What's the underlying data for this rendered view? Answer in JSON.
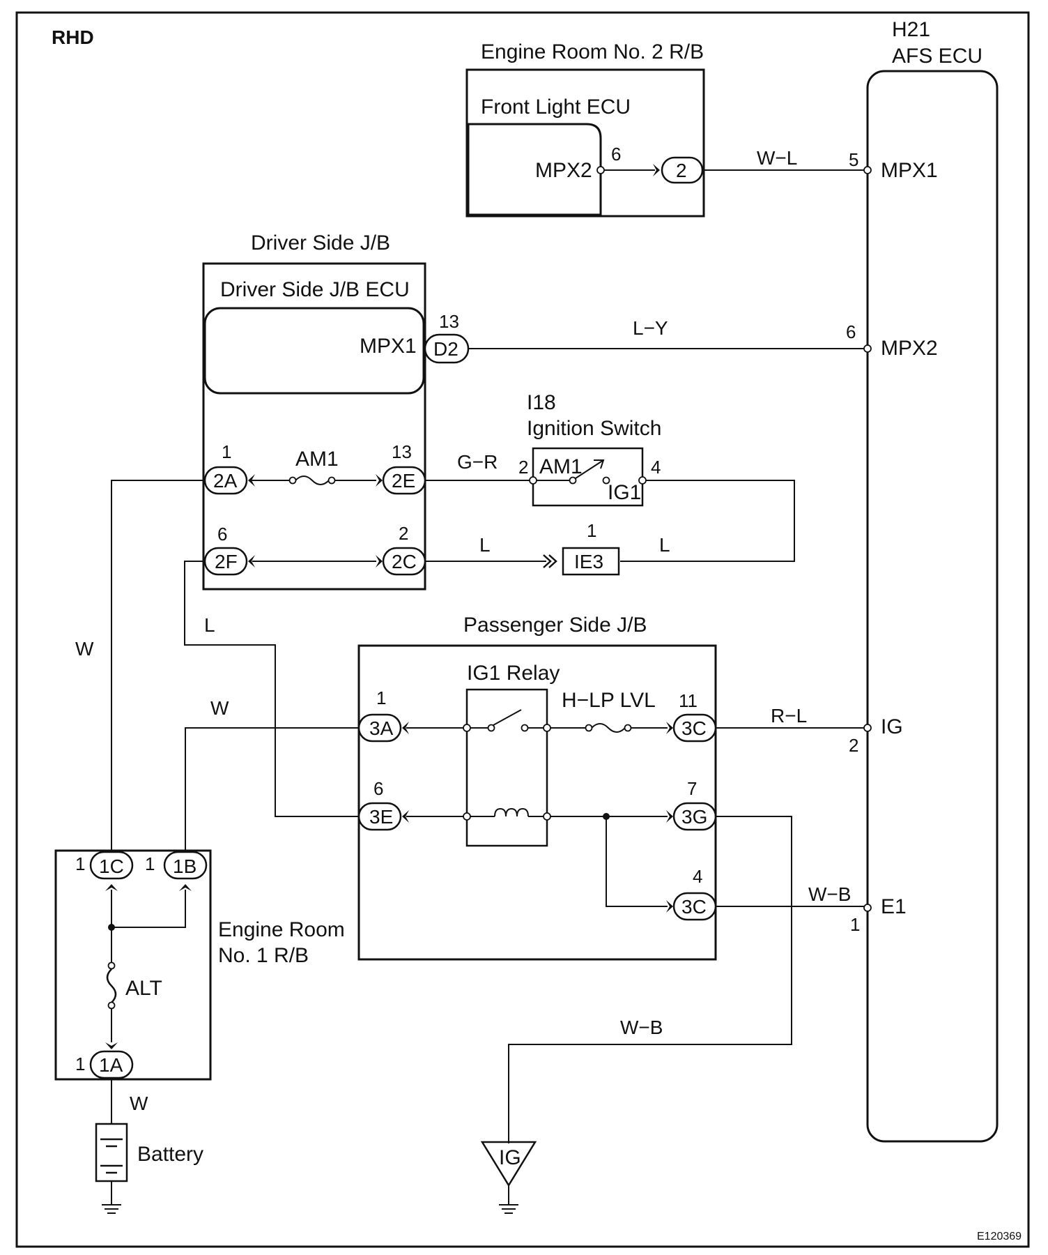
{
  "diagram": {
    "variant": "RHD",
    "figure_id": "E120369",
    "components": {
      "er2_rb": "Engine Room No. 2 R/B",
      "front_light_ecu": "Front Light ECU",
      "front_light_ecu_pin_label": "MPX2",
      "front_light_ecu_pin_no": "6",
      "afs_ecu_code": "H21",
      "afs_ecu": "AFS ECU",
      "afs_mpx1": "MPX1",
      "afs_mpx2": "MPX2",
      "afs_ig": "IG",
      "afs_e1": "E1",
      "afs_mpx1_pin": "5",
      "afs_mpx2_pin": "6",
      "afs_ig_pin": "2",
      "afs_e1_pin": "1",
      "driver_jb": "Driver Side J/B",
      "driver_jb_ecu": "Driver Side J/B ECU",
      "driver_jb_ecu_pin_label": "MPX1",
      "ign_switch_code": "I18",
      "ign_switch": "Ignition Switch",
      "ign_am1": "AM1",
      "ign_ig1": "IG1",
      "ign_pin_in": "2",
      "ign_pin_out": "4",
      "fuse_am1": "AM1",
      "passenger_jb": "Passenger Side J/B",
      "ig1_relay": "IG1 Relay",
      "fuse_hlp": "H−LP LVL",
      "er1_rb_line1": "Engine Room",
      "er1_rb_line2": "No. 1 R/B",
      "fuse_alt": "ALT",
      "battery": "Battery",
      "ground_ig": "IG"
    },
    "connectors": {
      "c2": "2",
      "d2": "D2",
      "d2_pin": "13",
      "c2a": "2A",
      "c2a_pin": "1",
      "c2e": "2E",
      "c2e_pin": "13",
      "c2f": "2F",
      "c2f_pin": "6",
      "c2c": "2C",
      "c2c_pin": "2",
      "ie3": "IE3",
      "ie3_pin": "1",
      "c3a": "3A",
      "c3a_pin": "1",
      "c3c_top": "3C",
      "c3c_top_pin": "11",
      "c3e": "3E",
      "c3e_pin": "6",
      "c3g": "3G",
      "c3g_pin": "7",
      "c3c_bot": "3C",
      "c3c_bot_pin": "4",
      "c1c": "1C",
      "c1c_pin": "1",
      "c1b": "1B",
      "c1b_pin": "1",
      "c1a": "1A",
      "c1a_pin": "1"
    },
    "wires": {
      "wl": "W−L",
      "ly": "L−Y",
      "gr": "G−R",
      "l_ie3_left": "L",
      "l_ie3_right": "L",
      "l_2f": "L",
      "w_left": "W",
      "w_1b": "W",
      "rl": "R−L",
      "wb_e1": "W−B",
      "wb_gnd": "W−B",
      "w_batt": "W"
    }
  }
}
